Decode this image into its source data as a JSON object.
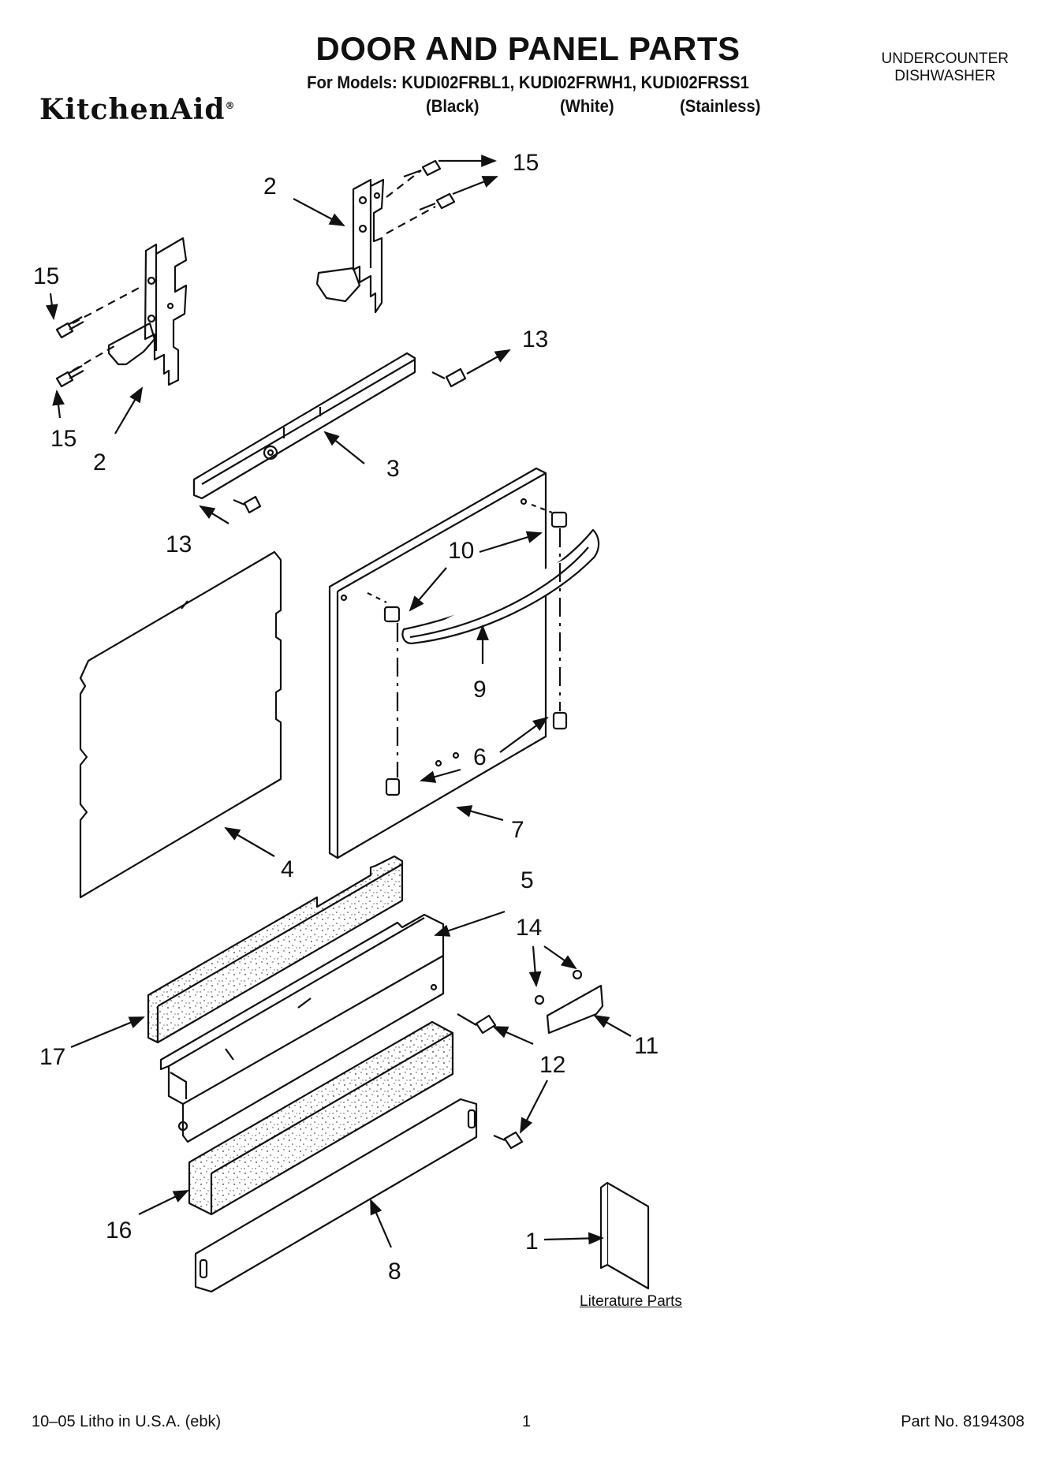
{
  "header": {
    "title": "DOOR AND PANEL PARTS",
    "models": "For Models: KUDI02FRBL1, KUDI02FRWH1, KUDI02FRSS1",
    "brand": "KitchenAid",
    "colors": [
      "(Black)",
      "(White)",
      "(Stainless)"
    ],
    "appliance_line1": "UNDERCOUNTER",
    "appliance_line2": "DISHWASHER"
  },
  "callouts": [
    "15",
    "2",
    "15",
    "15",
    "2",
    "13",
    "3",
    "13",
    "10",
    "9",
    "6",
    "7",
    "4",
    "5",
    "14",
    "11",
    "17",
    "12",
    "16",
    "8",
    "1"
  ],
  "literature_label": "Literature Parts",
  "footer": {
    "left": "10–05 Litho in U.S.A. (ebk)",
    "page": "1",
    "part_no": "Part No. 8194308"
  }
}
